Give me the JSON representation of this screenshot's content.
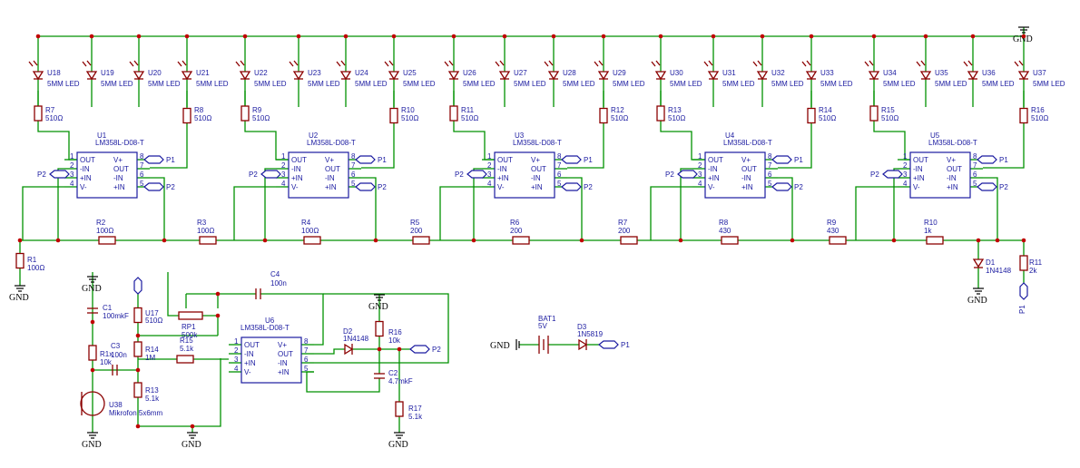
{
  "power": {
    "gnd": "GND",
    "p1": "P1",
    "p2": "P2"
  },
  "leds": {
    "refs": [
      "U18",
      "U19",
      "U20",
      "U21",
      "U22",
      "U23",
      "U24",
      "U25",
      "U26",
      "U27",
      "U28",
      "U29",
      "U30",
      "U31",
      "U32",
      "U33",
      "U34",
      "U35",
      "U36",
      "U37"
    ],
    "value": "5MM LED"
  },
  "led_resistors": {
    "refs": [
      "R7",
      "R8",
      "R9",
      "R10",
      "R11",
      "R12",
      "R13",
      "R14",
      "R15",
      "R16"
    ],
    "value": "510Ω"
  },
  "comparators": {
    "refs": [
      "U1",
      "U2",
      "U3",
      "U4",
      "U5"
    ],
    "part": "LM358L-D08-T",
    "pins": [
      "OUT",
      "-IN",
      "+IN",
      "V-",
      "V+",
      "OUT",
      "-IN",
      "+IN"
    ]
  },
  "ladder": {
    "refs": [
      "R1",
      "R2",
      "R3",
      "R4",
      "R5",
      "R6",
      "R7",
      "R8",
      "R9",
      "R10"
    ],
    "values": [
      "100Ω",
      "100Ω",
      "100Ω",
      "100Ω",
      "200",
      "200",
      "200",
      "430",
      "430",
      "1k"
    ]
  },
  "d1": {
    "ref": "D1",
    "value": "1N4148"
  },
  "r11": {
    "ref": "R11",
    "value": "2k"
  },
  "amp": {
    "u6": {
      "ref": "U6",
      "part": "LM358L-D08-T"
    },
    "c1": {
      "ref": "C1",
      "value": "100mkF"
    },
    "u17": {
      "ref": "U17",
      "value": "510Ω"
    },
    "c4": {
      "ref": "C4",
      "value": "100n"
    },
    "rp1": {
      "ref": "RP1",
      "value": "500k"
    },
    "r1x": {
      "ref": "R1x",
      "value": "10k"
    },
    "c3": {
      "ref": "C3",
      "value": "100n"
    },
    "r14": {
      "ref": "R14",
      "value": "1M"
    },
    "r15": {
      "ref": "R15",
      "value": "5.1k"
    },
    "r13": {
      "ref": "R13",
      "value": "5.1k"
    },
    "u38": {
      "ref": "U38",
      "value": "Mikrofon 5x6mm"
    },
    "d2": {
      "ref": "D2",
      "value": "1N4148"
    },
    "r16": {
      "ref": "R16",
      "value": "10k"
    },
    "c2": {
      "ref": "C2",
      "value": "4.7mkF"
    },
    "r17": {
      "ref": "R17",
      "value": "5.1k"
    }
  },
  "battery": {
    "ref": "BAT1",
    "value": "5V"
  },
  "d3": {
    "ref": "D3",
    "value": "1N5819"
  },
  "colors": {
    "wire": "#009100",
    "component": "#8b0000",
    "label": "#1a1aa0",
    "junction": "#c00000"
  }
}
